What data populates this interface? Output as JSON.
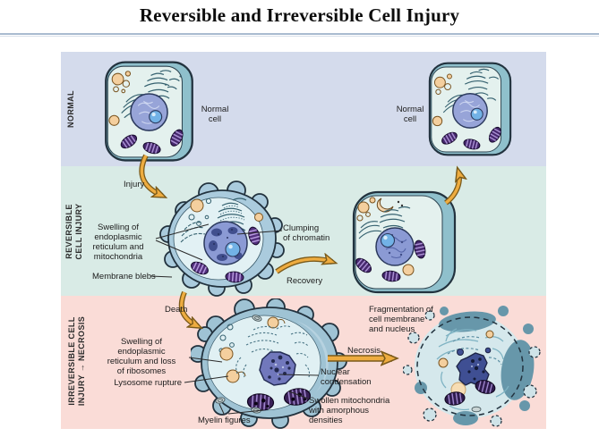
{
  "slide": {
    "title": "Reversible and Irreversible Cell Injury"
  },
  "bands": [
    {
      "name": "normal",
      "label": "NORMAL",
      "bg": "#d4dbec"
    },
    {
      "name": "reversible",
      "label": "REVERSIBLE\nCELL INJURY",
      "bg": "#d9ebe6"
    },
    {
      "name": "irreversible",
      "label": "IRREVERSIBLE CELL\nINJURY → NECROSIS",
      "bg": "#fadcd7"
    }
  ],
  "labels": {
    "normal_cell_left": "Normal\ncell",
    "normal_cell_right": "Normal\ncell",
    "injury": "Injury",
    "swelling_er_mitochondria": "Swelling of\nendoplasmic\nreticulum and\nmitochondria",
    "clumping_of_chromatin": "Clumping\nof chromatin",
    "membrane_blebs": "Membrane blebs",
    "recovery": "Recovery",
    "death": "Death",
    "swelling_er_ribosomes": "Swelling of\nendoplasmic\nreticulum and loss\nof ribosomes",
    "lysosome_rupture": "Lysosome rupture",
    "myelin_figures": "Myelin figures",
    "nuclear_condensation": "Nuclear\ncondensation",
    "swollen_mitochondria": "Swollen mitochondria\nwith amorphous\ndensities",
    "necrosis": "Necrosis",
    "fragmentation": "Fragmentation of\ncell membrane\nand nucleus"
  },
  "colors": {
    "rule": "#a9bbd0",
    "arrow_fill": "#eeac40",
    "arrow_outline": "#7a5a1a",
    "cell_outline": "#22323e",
    "cell_rim": "#8fc0cc",
    "cell_interior": "#e4f1ee",
    "bleb_rim": "#aacbdd",
    "nucleus": "#97a4d8",
    "chromatin_clump": "#414f8e",
    "nucleolus": "#72b2e6",
    "mitochondria": "#46286e",
    "mitochondria_cristae": "#a98fd2",
    "lysosome": "#f4cf9e",
    "er_stroke": "#35616f",
    "necrosis_patch": "#6797aa",
    "leader_line": "#2a2a2a"
  }
}
